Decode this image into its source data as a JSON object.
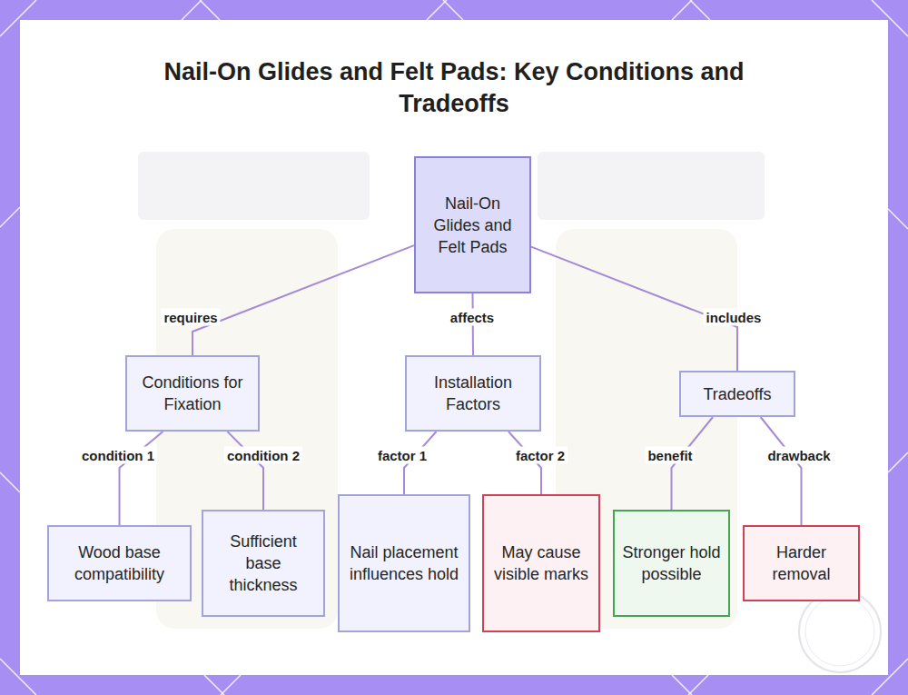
{
  "diagram": {
    "title": "Nail-On Glides and Felt Pads: Key Conditions and Tradeoffs",
    "nodes": [
      {
        "text": [
          "Nail-On Glides and Felt Pads"
        ]
      },
      {
        "text": [
          "Conditions for Fixation"
        ]
      },
      {
        "text": [
          "Installation Factors"
        ]
      },
      {
        "text": [
          "Tradeoffs"
        ]
      },
      {
        "text": [
          "Wood base compatibility"
        ]
      },
      {
        "text": [
          "Sufficient base thickness"
        ]
      },
      {
        "text": [
          "Nail placement influences hold"
        ]
      },
      {
        "text": [
          "May cause visible marks"
        ]
      },
      {
        "text": [
          "Stronger hold possible"
        ]
      },
      {
        "text": [
          "Harder removal"
        ]
      }
    ],
    "edges": [
      {
        "from": 0,
        "to": 1,
        "label": "requires",
        "arrow": "none"
      },
      {
        "from": 0,
        "to": 2,
        "label": "affects",
        "arrow": "none"
      },
      {
        "from": 0,
        "to": 3,
        "label": "includes",
        "arrow": "none"
      },
      {
        "from": 1,
        "to": 4,
        "label": "condition 1",
        "arrow": "none"
      },
      {
        "from": 1,
        "to": 5,
        "label": "condition 2",
        "arrow": "none"
      },
      {
        "from": 2,
        "to": 6,
        "label": "factor 1",
        "arrow": "none"
      },
      {
        "from": 2,
        "to": 7,
        "label": "factor 2",
        "arrow": "none"
      },
      {
        "from": 3,
        "to": 8,
        "label": "benefit",
        "arrow": "none"
      },
      {
        "from": 3,
        "to": 9,
        "label": "drawback",
        "arrow": "none"
      }
    ]
  }
}
